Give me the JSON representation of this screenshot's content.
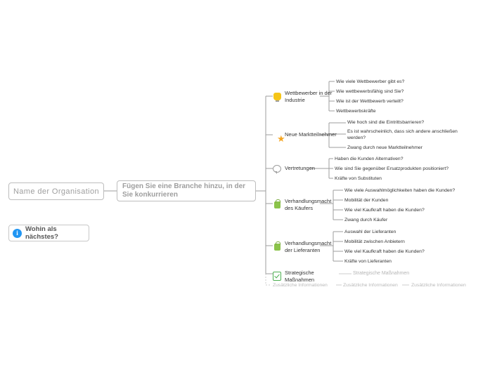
{
  "root": {
    "label": "Name der Organisation",
    "icon": "none"
  },
  "branch": {
    "label": "Fügen Sie eine Branche hinzu, in der Sie konkurrieren"
  },
  "hint": {
    "icon": "info-icon",
    "label": "Wohin als nächstes?"
  },
  "topics": [
    {
      "label": "Wettbewerber in der Industrie",
      "icon": "lightbulb-icon",
      "leaves": [
        "Wie viele Wettbewerber gibt es?",
        "Wie wettbewerbsfähig sind Sie?",
        "Wie ist der Wettbewerb verteilt?",
        "Wettbewerbskräfte"
      ]
    },
    {
      "label": "Neue Marktteilnehmer",
      "icon": "star-icon",
      "leaves": [
        "Wie hoch sind die Eintrittsbarrieren?",
        "Es ist wahrscheinlich, dass sich andere anschließen werden?",
        "Zwang durch neue Marktteilnehmer"
      ]
    },
    {
      "label": "Vertretungen",
      "icon": "speech-bubble-icon",
      "leaves": [
        "Haben die Kunden Alternativen?",
        "Wie sind Sie gegenüber Ersatzprodukten positioniert?",
        "Kräfte von Substituten"
      ]
    },
    {
      "label": "Verhandlungsmacht des Käufers",
      "icon": "shopping-bag-icon",
      "leaves": [
        "Wie viele Auswahlmöglichkeiten haben die Kunden?",
        "Mobilität der Kunden",
        "Wie viel Kaufkraft haben die Kunden?",
        "Zwang durch Käufer"
      ]
    },
    {
      "label": "Verhandlungsmacht der Lieferanten",
      "icon": "shopping-bag-icon",
      "leaves": [
        "Auswahl der Lieferanten",
        "Mobilität zwischen Anbietern",
        "Wie viel Kaufkraft haben die Kunden?",
        "Kräfte von Lieferanten"
      ]
    }
  ],
  "measures": {
    "label": "Strategische Maßnahmen",
    "icon": "checkbox-checked-icon",
    "extra": "Strategische Maßnahmen"
  },
  "footer": {
    "items": [
      "Zusätzliche Informationen",
      "Zusätzliche Informationen",
      "Zusätzliche Informationen"
    ]
  },
  "colors": {
    "line": "#9e9e9e",
    "muted_text": "#b5b5b5",
    "accent_green": "#4caf50",
    "accent_yellow": "#f5c518",
    "accent_blue": "#2196f3"
  }
}
